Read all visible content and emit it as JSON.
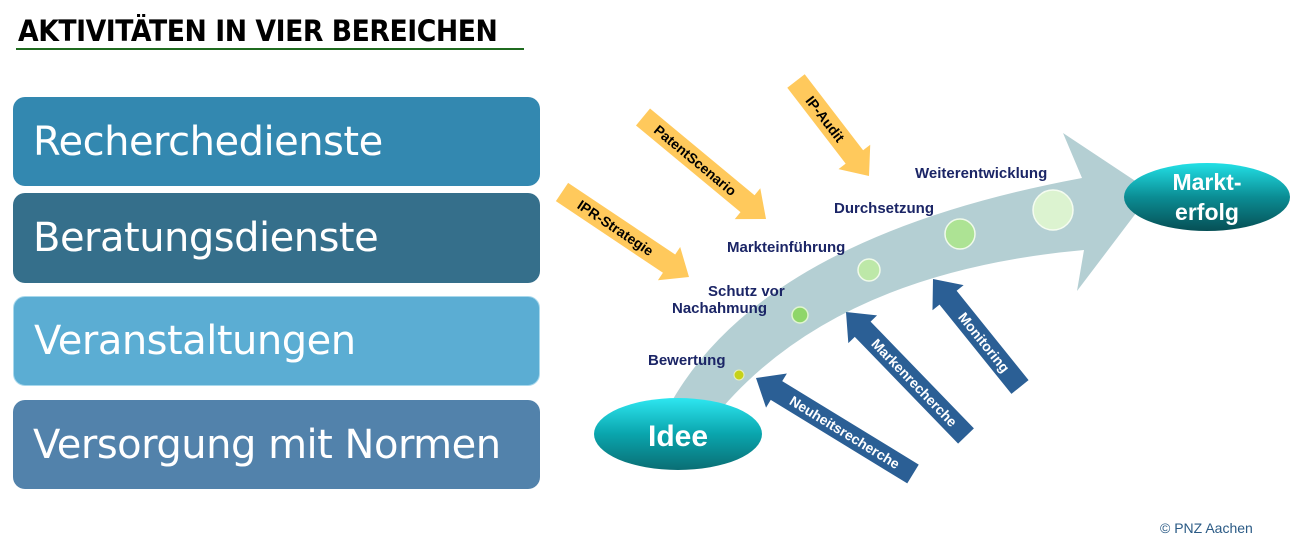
{
  "title": "AKTIVITÄTEN IN VIER BEREICHEN",
  "areas": [
    {
      "label": "Recherchedienste",
      "color": "#3388b0"
    },
    {
      "label": "Beratungsdienste",
      "color": "#356f8b"
    },
    {
      "label": "Veranstaltungen",
      "color": "#5badd3"
    },
    {
      "label": "Versorgung mit Normen",
      "color": "#5282ab"
    }
  ],
  "diagram": {
    "start": "Idee",
    "end_line1": "Markt-",
    "end_line2": "erfolg",
    "stages": [
      "Bewertung",
      "Schutz vor",
      "Nachahmung",
      "Markteinführung",
      "Durchsetzung",
      "Weiterentwicklung"
    ],
    "consulting_arrows": [
      "IPR-Strategie",
      "PatentScenario",
      "IP-Audit"
    ],
    "research_arrows": [
      "Neuheitsrecherche",
      "Markenrecherche",
      "Monitoring"
    ]
  },
  "copyright": "© PNZ Aachen"
}
